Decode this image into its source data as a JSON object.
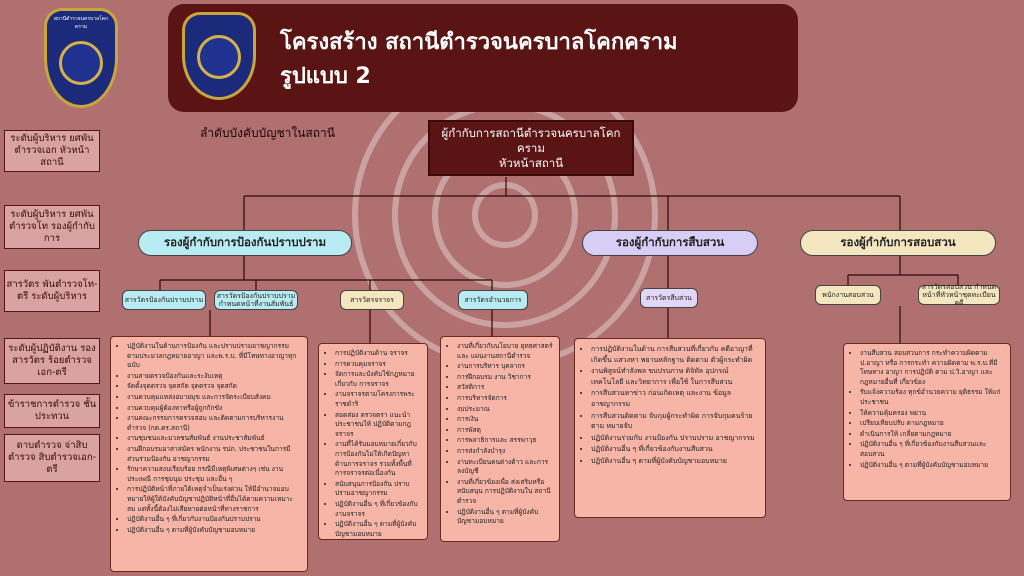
{
  "header": {
    "title_line1": "โครงสร้าง สถานีตำรวจนครบาลโคกคราม",
    "title_line2": "รูปแบบ 2",
    "badge_text": "สถานีตำรวจนครบาลโคกคราม"
  },
  "command_label": "ลำดับบังคับบัญชาในสถานี",
  "side_levels": [
    "ระดับผู้บริหาร ยศพันตำรวจเอก หัวหน้าสถานี",
    "ระดับผู้บริหาร ยศพันตำรวจโท รองผู้กำกับการ",
    "สารวัตร พันตำรวจโท-ตรี ระดับผู้บริหาร",
    "ระดับผู้ปฏิบัติงาน รองสารวัตร ร้อยตำรวจเอก-ตรี",
    "ข้าราชการตำรวจ ชั้นประทวน",
    "ดาบตำรวจ จ่าสิบตำรวจ สิบตำรวจเอก-ตรี"
  ],
  "chief": {
    "line1": "ผู้กำกับการสถานีตำรวจนครบาลโคกคราม",
    "line2": "หัวหน้าสถานี"
  },
  "deputies": [
    "รองผู้กำกับการป้องกันปราบปราม",
    "รองผู้กำกับการสืบสวน",
    "รองผู้กำกับการสอบสวน"
  ],
  "subunits": [
    "สารวัตรป้องกันปราบปราม",
    "สารวัตรป้องกันปราบปราม กำหนดหน้าที่งานสัมพันธ์",
    "สารวัตรจราจร",
    "สารวัตรอำนวยการ",
    "สารวัตรสืบสวน",
    "พนักงานสอบสวน",
    "สารวัตรสอบสวน กำหนดหน้าที่หัวหน้าชุดทะเบียนคดี"
  ],
  "lists": {
    "prevention": [
      "ปฏิบัติงานในด้านการป้องกัน และปราบปรามอาชญากรรม ตามประมวลกฎหมายอาญา และพ.ร.บ. ที่มีโทษทางอาญาทุกฉบับ",
      "งานสายตรวจป้องกันและระงับเหตุ",
      "จัดตั้งจุดตรวจ จุดสกัด จุดตรวจ จุดสกัด",
      "งานควบคุมแหล่งอบายมุข และการจัดระเบียบสังคม",
      "งานควบคุมผู้ต้องหาหรือผู้ถูกกักขัง",
      "งานคณะกรรมการตรวจสอบ และติดตามการบริหารงานตำรวจ (กต.ตร.สถานี)",
      "งานชุมชนและมวลชนสัมพันธ์ งานประชาสัมพันธ์",
      "งานฝึกอบรมอาสาสมัคร พนักงาน รปภ. ประชาชนในการมีส่วนร่วมป้องกัน อาชญากรรม",
      "รักษาความสงบเรียบร้อย กรณีมีเหตุพิเศษต่างๆ เช่น งานประเพณี การชุมนุม ประชุม และอื่น ๆ",
      "การปฏิบัติหน้าที่ภายใต้เหตุจำเป็นเร่งด่วน ให้มีอำนาจมอบหมายให้ผู้ใต้บังคับบัญชาปฏิบัติหน้าที่อื่นได้ตามความเหมาะสม แต่ทั้งนี้ต้องไม่เสียหายต่อหน้าที่ทางราชการ",
      "ปฏิบัติงานอื่น ๆ ที่เกี่ยวกับงานป้องกันปราบปราม",
      "ปฏิบัติงานอื่น ๆ ตามที่ผู้บังคับบัญชามอบหมาย"
    ],
    "traffic": [
      "การปฏิบัติงานด้าน จราจร",
      "การควบคุมจราจร",
      "จัดการและบังคับใช้กฎหมายเกี่ยวกับ การจราจร",
      "งานจราจรตามโครงการพระราชดำริ",
      "สอดส่อง ตรวจตรา แนะนำ ประชาชนให้ ปฏิบัติตามกฎจราจร",
      "งานที่ได้รับมอบหมายเกี่ยวกับการป้องกันไม่ให้เกิดปัญหาด้านการจราจร รวมทั้งพื้นที่ การจราจรต่อเนื่องกัน",
      "สนับสนุนการป้องกัน ปราบปรามอาชญากรรม",
      "ปฏิบัติงานอื่น ๆ ที่เกี่ยวข้องกับงานจราจร",
      "ปฏิบัติงานอื่น ๆ ตามที่ผู้บังคับบัญชามอบหมาย"
    ],
    "admin": [
      "งานที่เกี่ยวกับนโยบาย ยุทธศาสตร์ และ แผนงานสถานีตำรวจ",
      "งานการบริหาร บุคลากร",
      "การฝึกอบรม งาน วิชาการ",
      "สวัสดิการ",
      "การบริหารจัดการ",
      "งบประมาณ",
      "การเงิน",
      "การพัสดุ",
      "การพลาธิการและ สรรพาวุธ",
      "การส่งกำลังบำรุง",
      "งานทะเบียนคนต่างด้าว และการ ลงบัญชี",
      "งานที่เกี่ยวข้องเพื่อ ส่งเสริมหรือ สนับสนุน การปฏิบัติงานใน สถานีตำรวจ",
      "ปฏิบัติงานอื่น ๆ ตามที่ผู้บังคับบัญชามอบหมาย"
    ],
    "investigation": [
      "การปฏิบัติงานในด้าน การสืบสวนที่เกี่ยวกับ คดีอาญาที่เกิดขึ้น แสวงหา พยานหลักฐาน ติดตาม ตัวผู้กระทำผิด",
      "งานพิสูจน์ทำลังพล ขบปรบภาษ ดิจิทัล อุปกรณ์เทคโนโลยี และวิทยาการ เพื่อใช้ ในการสืบสวน",
      "การสืบสวนหาข่าว ก่อนเกิดเหตุ และงาน ข้อมูลอาชญากรรม",
      "การสืบสวนติดตาม จับกุมผู้กระทำผิด การจับกุมคนร้ายตาม หมายจับ",
      "ปฏิบัติงานร่วมกับ งานป้องกัน ปราบปราม อาชญากรรม",
      "ปฏิบัติงานอื่น ๆ ที่เกี่ยวข้องกับงานสืบสวน",
      "ปฏิบัติงานอื่น ๆ ตามที่ผู้บังคับบัญชามอบหมาย"
    ],
    "inquiry": [
      "งานสืบสวน สอบสวนการ กระทำความผิดตาม ป.อาญา หรือ การกระทำ ความผิดตาม พ.ร.บ.ที่มีโทษทาง อาญา การปฏิบัติ ตาม ป.วิ.อาญา และกฎหมายอื่นที่ เกี่ยวข้อง",
      "รับแจ้งความร้อง ทุกข์อำนวยความ ยุติธรรม ให้แก่ ประชาชน",
      "ให้ความคุ้มครอง พยาน",
      "เปรียบเทียบปรับ ตามกฎหมาย",
      "ดำเนินการให้ เกลี่ยตามกฎหมาย",
      "ปฏิบัติงานอื่น ๆ ที่เกี่ยวข้องกับงานสืบสวนและสอบสวน",
      "ปฏิบัติงานอื่น ๆ ตามที่ผู้บังคับบัญชามอบหมาย"
    ]
  },
  "colors": {
    "background": "#b07070",
    "header": "#5a1414",
    "deputy_prevention": "#b9ecf2",
    "deputy_investigation": "#d8cdf4",
    "deputy_inquiry": "#f4e7bf",
    "list_fill": "#f7b5a8"
  }
}
